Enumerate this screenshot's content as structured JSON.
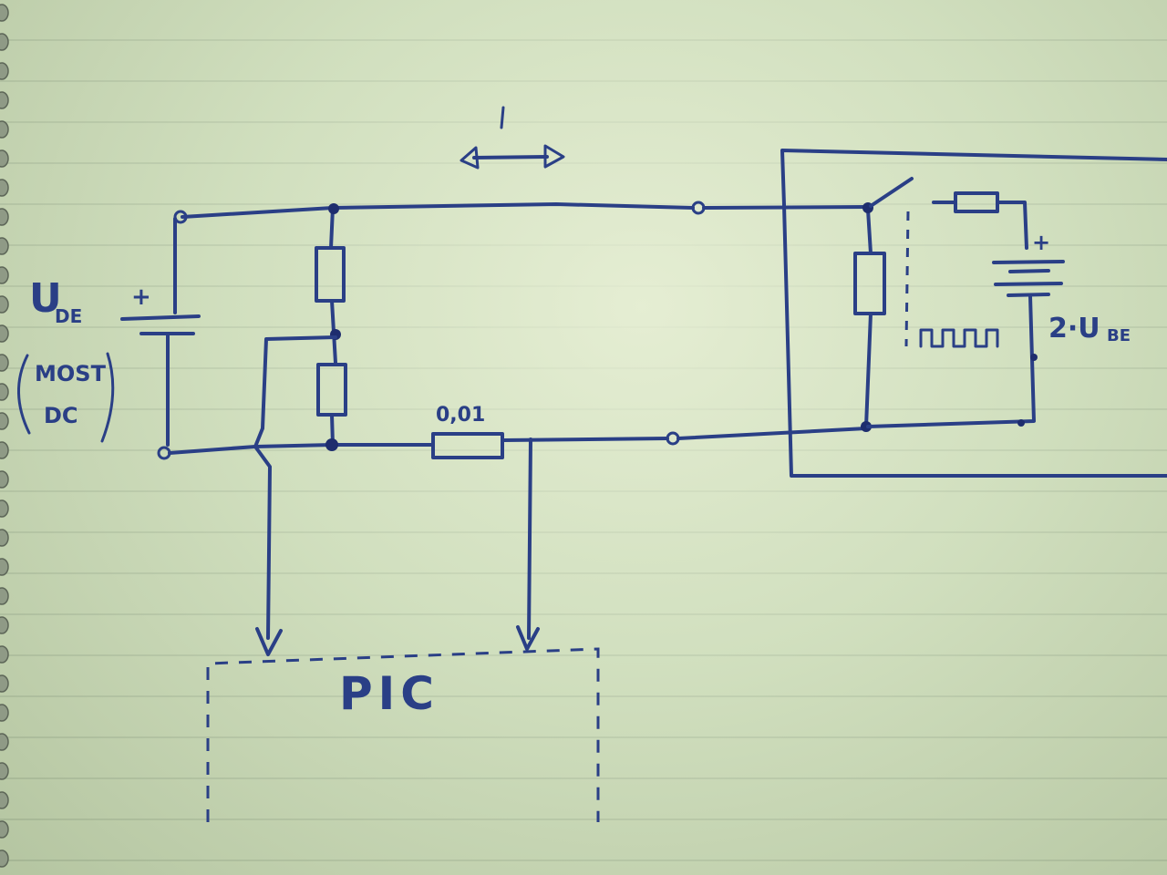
{
  "labels": {
    "supply_main": "U",
    "supply_sub": "DE",
    "supply_note_1": "MOST",
    "supply_note_2": "DC",
    "plus_supply": "+",
    "plus_battery": "+",
    "resistor_value": "0,01",
    "top_marker": "1",
    "battery_main": "2·U",
    "battery_sub": "BE",
    "pic": "PIC"
  },
  "colors": {
    "ink": "#2a3f86",
    "paper": "#d6e4c4",
    "rule_line": "#a8b89b"
  }
}
